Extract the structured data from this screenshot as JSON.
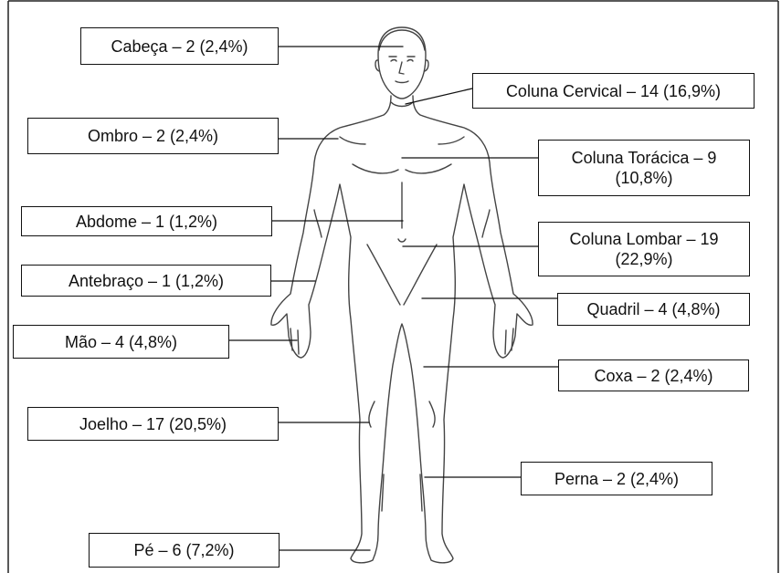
{
  "labels": {
    "cabeca": "Cabeça – 2 (2,4%)",
    "coluna_cervical": "Coluna Cervical – 14 (16,9%)",
    "ombro": "Ombro – 2 (2,4%)",
    "coluna_toracica": "Coluna Torácica – 9\n(10,8%)",
    "abdome": "Abdome – 1 (1,2%)",
    "coluna_lombar": "Coluna Lombar – 19\n(22,9%)",
    "antebraco": "Antebraço – 1 (1,2%)",
    "quadril": "Quadril – 4 (4,8%)",
    "mao": "Mão – 4 (4,8%)",
    "coxa": "Coxa – 2 (2,4%)",
    "joelho": "Joelho – 17 (20,5%)",
    "perna": "Perna – 2 (2,4%)",
    "pe": "Pé – 6 (7,2%)"
  }
}
